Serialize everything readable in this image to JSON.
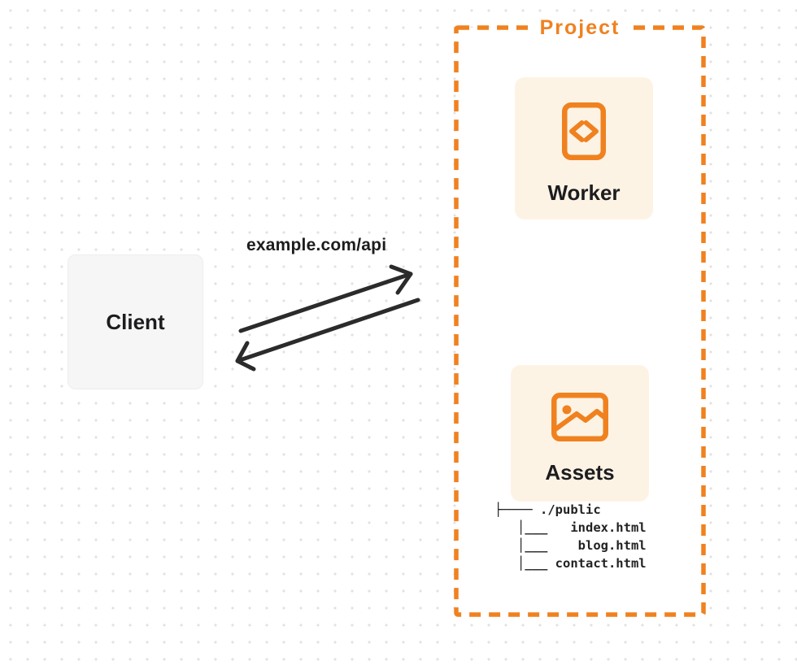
{
  "project": {
    "label": "Project"
  },
  "client": {
    "label": "Client"
  },
  "worker": {
    "label": "Worker",
    "icon": "code-document-icon"
  },
  "assets": {
    "label": "Assets",
    "icon": "image-icon"
  },
  "request": {
    "label": "example.com/api"
  },
  "file_tree": {
    "root": "./public",
    "files": [
      "index.html",
      "blog.html",
      "contact.html"
    ],
    "lines": [
      "├──── ./public",
      "   │___   index.html",
      "   │___    blog.html",
      "   │___ contact.html"
    ]
  },
  "colors": {
    "accent_orange": "#F0811F",
    "card_cream": "#FDF3E5",
    "card_gray": "#F6F6F7",
    "text_dark": "#1D1D1F",
    "arrow_color": "#2B2B2B",
    "dot_grid": "#E2E2E2"
  }
}
